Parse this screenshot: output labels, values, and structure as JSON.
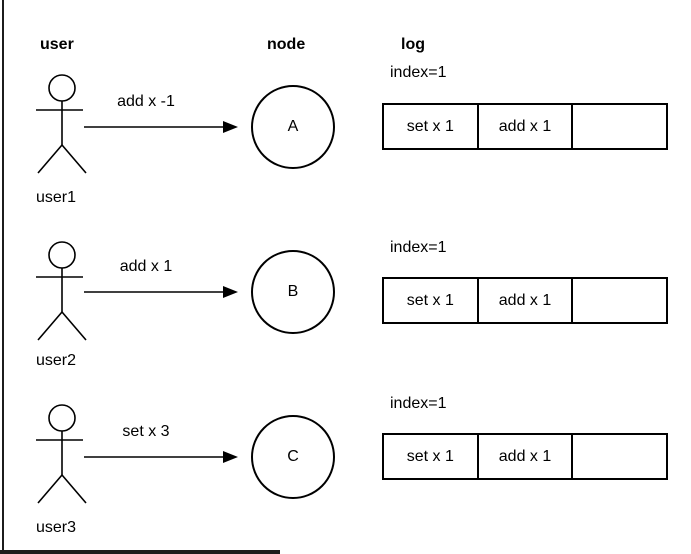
{
  "headers": {
    "user": "user",
    "node": "node",
    "log": "log"
  },
  "rows": [
    {
      "user_label": "user1",
      "message": "add x -1",
      "node_label": "A",
      "log": {
        "index_label": "index=1",
        "entries": [
          "set x 1",
          "add x 1",
          ""
        ]
      }
    },
    {
      "user_label": "user2",
      "message": "add x 1",
      "node_label": "B",
      "log": {
        "index_label": "index=1",
        "entries": [
          "set x 1",
          "add x 1",
          ""
        ]
      }
    },
    {
      "user_label": "user3",
      "message": "set x 3",
      "node_label": "C",
      "log": {
        "index_label": "index=1",
        "entries": [
          "set x 1",
          "add x 1",
          ""
        ]
      }
    }
  ],
  "colors": {
    "stroke": "#000000",
    "background": "#ffffff",
    "frame": "#1c1c1c"
  }
}
